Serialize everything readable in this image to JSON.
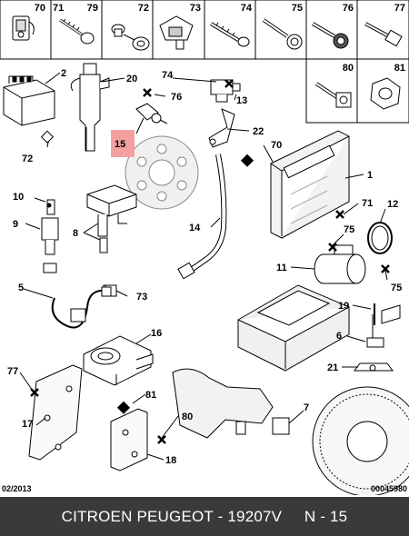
{
  "top_row_labels": [
    "70",
    "71",
    "79",
    "72",
    "73",
    "74",
    "75",
    "76",
    "77"
  ],
  "second_row_labels": [
    "80",
    "81"
  ],
  "callouts": {
    "c2": "2",
    "c20": "20",
    "c74": "74",
    "c76": "76",
    "c13": "13",
    "c22": "22",
    "c15": "15",
    "c72b": "72",
    "c70b": "70",
    "c1": "1",
    "c10": "10",
    "c14": "14",
    "c71b": "71",
    "c12": "12",
    "c9": "9",
    "c8": "8",
    "c75a": "75",
    "c11": "11",
    "c75b": "75",
    "c5": "5",
    "c73b": "73",
    "c19": "19",
    "c16": "16",
    "c6": "6",
    "c77b": "77",
    "c21": "21",
    "c81b": "81",
    "c17": "17",
    "c80b": "80",
    "c7": "7",
    "c18": "18"
  },
  "highlight_color": "#f4a0a0",
  "date_code": "02/2013",
  "doc_number": "00045980",
  "footer": "CITROEN PEUGEOT - 19207V     N - 15"
}
